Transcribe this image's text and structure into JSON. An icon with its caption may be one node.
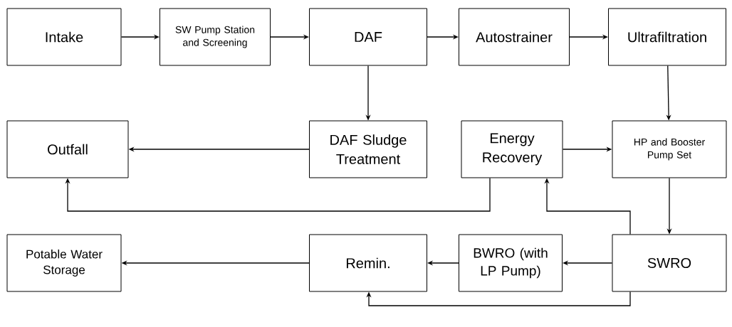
{
  "diagram": {
    "nodes": [
      {
        "text": [
          "Intake"
        ]
      },
      {
        "text": [
          "SW Pump Station and Screening"
        ]
      },
      {
        "text": [
          "DAF"
        ]
      },
      {
        "text": [
          "Autostrainer"
        ]
      },
      {
        "text": [
          "Ultrafiltration"
        ]
      },
      {
        "text": [
          "Outfall"
        ]
      },
      {
        "text": [
          "DAF Sludge Treatment"
        ]
      },
      {
        "text": [
          "Energy Recovery"
        ]
      },
      {
        "text": [
          "HP and Booster Pump Set"
        ]
      },
      {
        "text": [
          "Potable Water Storage"
        ]
      },
      {
        "text": [
          "Remin."
        ]
      },
      {
        "text": [
          "BWRO (with LP Pump)"
        ]
      },
      {
        "text": [
          "SWRO"
        ]
      }
    ],
    "edges": [
      {
        "from": 0,
        "to": 1,
        "arrow": "to"
      },
      {
        "from": 1,
        "to": 2,
        "arrow": "to"
      },
      {
        "from": 2,
        "to": 3,
        "arrow": "to"
      },
      {
        "from": 3,
        "to": 4,
        "arrow": "to"
      },
      {
        "from": 4,
        "to": 8,
        "arrow": "to"
      },
      {
        "from": 2,
        "to": 6,
        "arrow": "to"
      },
      {
        "from": 6,
        "to": 5,
        "arrow": "to"
      },
      {
        "from": 7,
        "to": 5,
        "arrow": "to"
      },
      {
        "from": 7,
        "to": 8,
        "arrow": "to"
      },
      {
        "from": 8,
        "to": 12,
        "arrow": "to"
      },
      {
        "from": 12,
        "to": 7,
        "arrow": "to"
      },
      {
        "from": 12,
        "to": 11,
        "arrow": "to"
      },
      {
        "from": 11,
        "to": 10,
        "arrow": "to"
      },
      {
        "from": 10,
        "to": 9,
        "arrow": "to"
      },
      {
        "from": 12,
        "to": 10,
        "arrow": "to"
      }
    ]
  }
}
